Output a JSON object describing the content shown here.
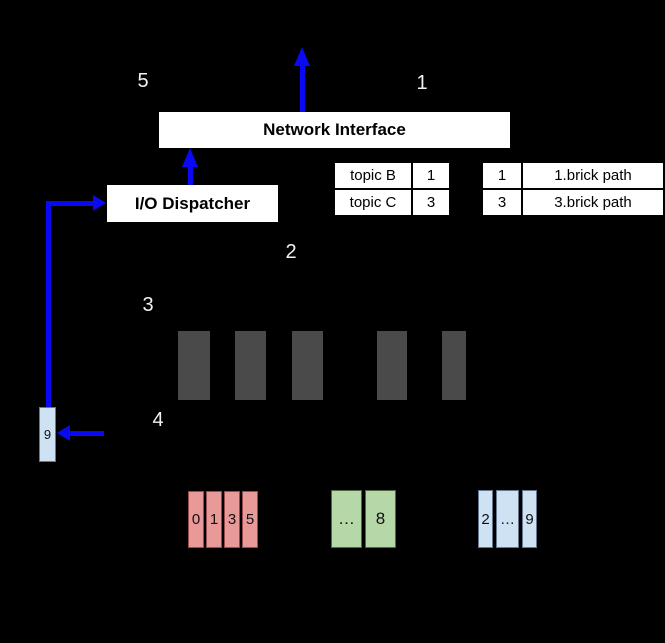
{
  "labels": {
    "step1": "1",
    "step2": "2",
    "step3": "3",
    "step4": "4",
    "step5": "5"
  },
  "network_interface": {
    "label": "Network Interface"
  },
  "io_dispatcher": {
    "label": "I/O Dispatcher"
  },
  "topic_table": {
    "rows": [
      [
        "topic B",
        "1"
      ],
      [
        "topic C",
        "3"
      ]
    ]
  },
  "brick_table": {
    "rows": [
      [
        "1",
        "1.brick path"
      ],
      [
        "3",
        "3.brick path"
      ]
    ]
  },
  "reply_box": {
    "label": "9"
  },
  "cells": {
    "red": [
      "0",
      "1",
      "3",
      "5"
    ],
    "green": [
      "…",
      "8"
    ],
    "blue": [
      "2",
      "…",
      "9"
    ]
  },
  "colors": {
    "background": "#000000",
    "arrow": "#0a0af2",
    "box_fill": "#ffffff",
    "brick_gray": "#4a4a4a",
    "red_cell": "#ea9999",
    "green_cell": "#b6d7a8",
    "blue_cell": "#cfe2f3"
  }
}
